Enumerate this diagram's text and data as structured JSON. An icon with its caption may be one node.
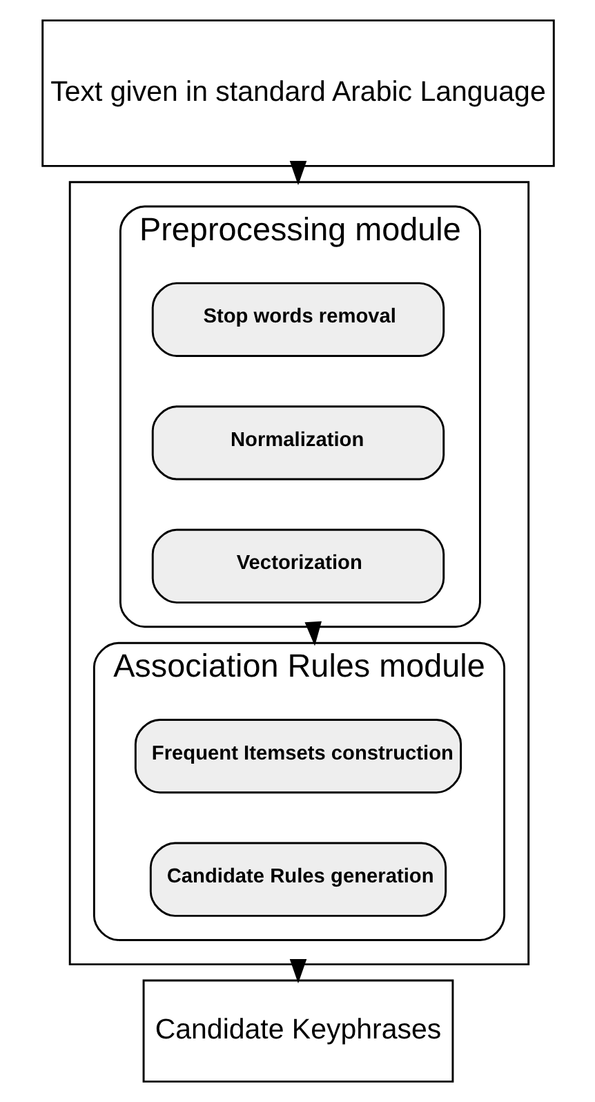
{
  "diagram": {
    "nodes": [
      {
        "text": [
          "Text given in standard Arabic Language"
        ]
      },
      {
        "text": [],
        "shape": "box"
      },
      {
        "text": [
          "Preprocessing module"
        ],
        "in": 1
      },
      {
        "text": [
          "Stop words removal"
        ],
        "in": 2
      },
      {
        "text": [
          "Normalization"
        ],
        "in": 2
      },
      {
        "text": [
          "Vectorization"
        ],
        "in": 2
      },
      {
        "text": [
          "Association Rules module"
        ],
        "in": 1
      },
      {
        "text": [
          "Frequent Itemsets construction"
        ],
        "in": 6
      },
      {
        "text": [
          "Candidate Rules generation"
        ],
        "in": 6
      },
      {
        "text": [
          "Candidate Keyphrases"
        ]
      }
    ],
    "edges": [
      {
        "from": 0,
        "to": 1,
        "arrow": "to"
      },
      {
        "from": 2,
        "to": 6,
        "arrow": "to"
      },
      {
        "from": 1,
        "to": 9,
        "arrow": "to"
      }
    ]
  }
}
